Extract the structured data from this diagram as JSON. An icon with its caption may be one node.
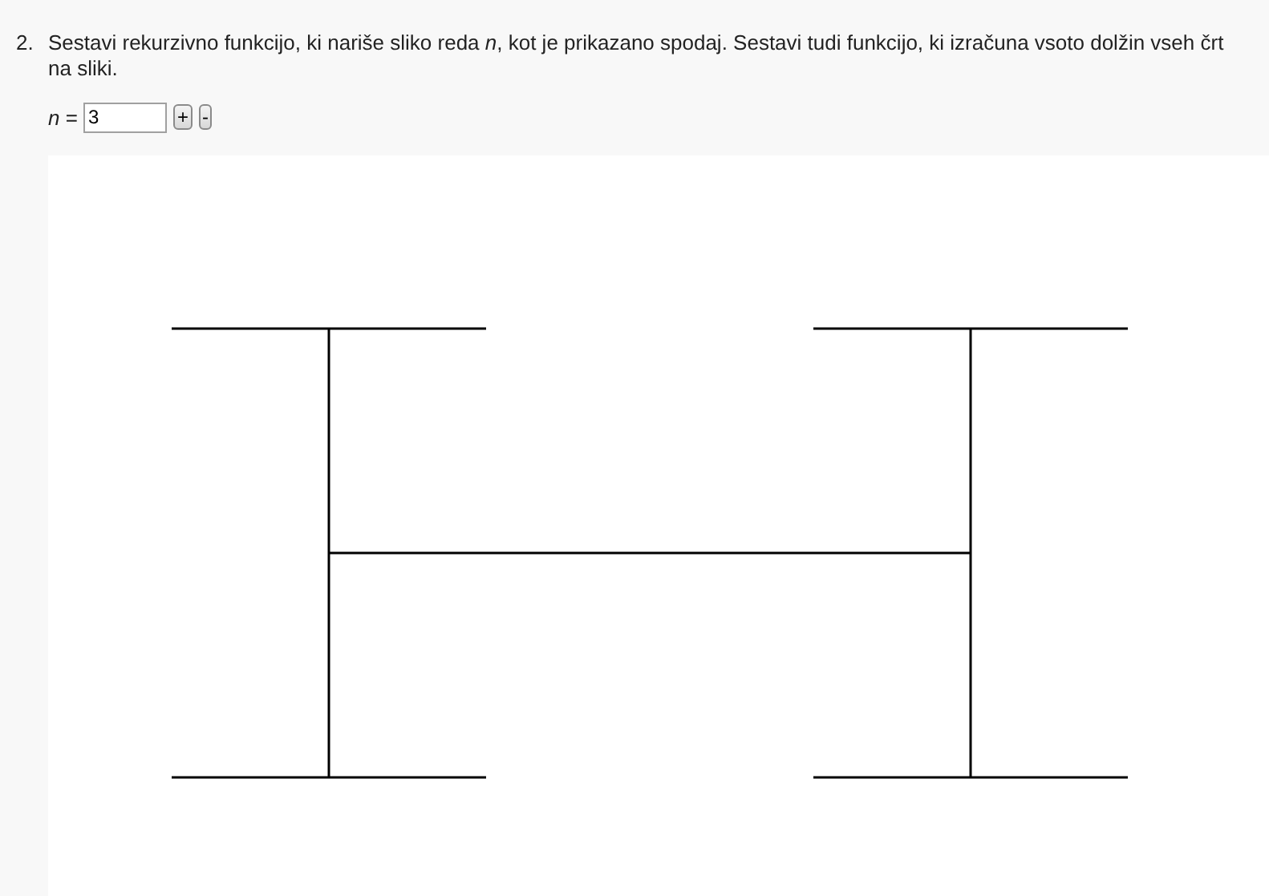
{
  "diagram": {
    "labels": [
      "2.",
      "Sestavi rekurzivno funkcijo, ki nariše sliko reda *n*, kot je prikazano spodaj. Sestavi tudi funkcijo, ki izračuna vsoto dolžin vseh črt na sliki.",
      "*n* =",
      "3",
      "+",
      "-"
    ]
  }
}
